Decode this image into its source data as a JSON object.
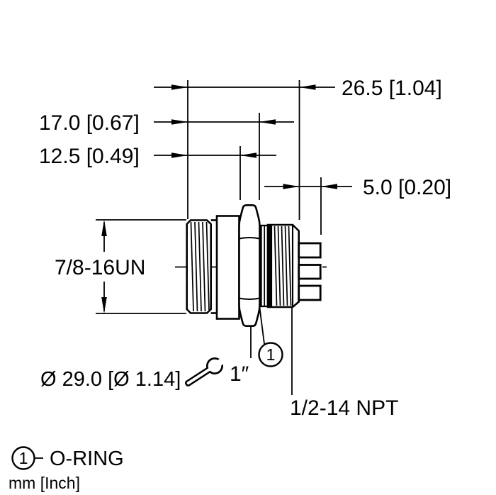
{
  "drawing": {
    "dim_overall": "26.5 [1.04]",
    "dim_body": "17.0 [0.67]",
    "dim_front": "12.5 [0.49]",
    "dim_pins": "5.0 [0.20]",
    "thread_front": "7/8-16UN",
    "thread_rear": "1/2-14 NPT",
    "flange_diameter": "Ø 29.0 [Ø 1.14]",
    "wrench_size": "1″",
    "balloon_1": "1"
  },
  "legend": {
    "balloon_1": "1",
    "o_ring_label": "O-RING",
    "units_note": "mm [Inch]"
  }
}
